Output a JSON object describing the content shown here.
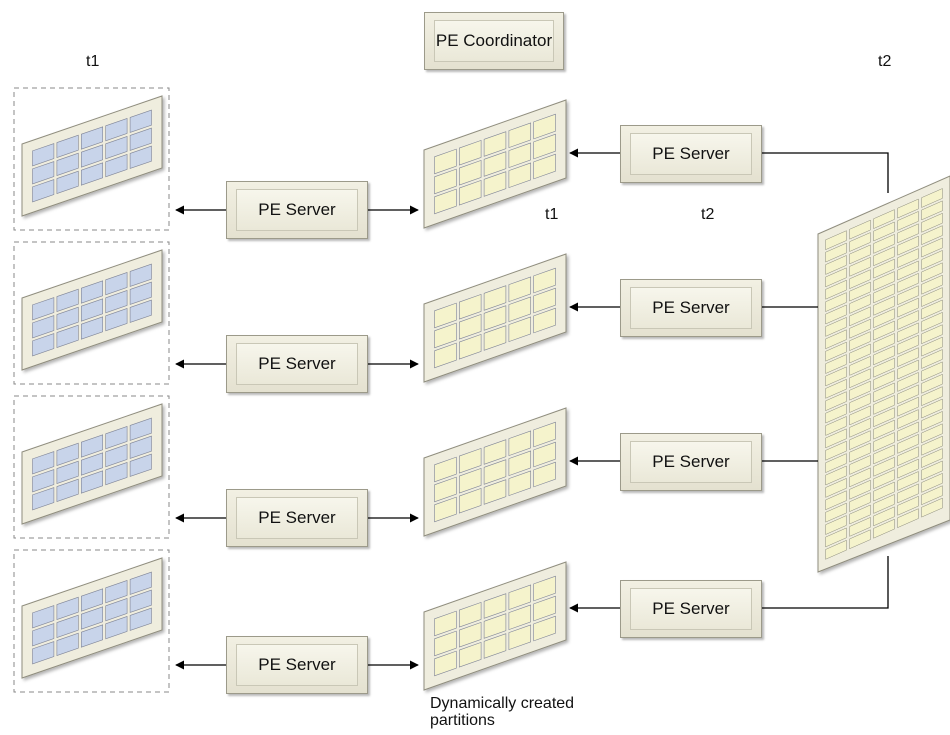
{
  "labels": {
    "coordinator": "PE Coordinator",
    "server": "PE Server",
    "t1_top": "t1",
    "t2_top": "t2",
    "t1_mid": "t1",
    "t2_mid": "t2",
    "caption": "Dynamically created\npartitions"
  },
  "colors": {
    "box_fill": "#ece9da",
    "blue_cell": "#c8d4ea",
    "yellow_cell": "#f5f3cc",
    "line": "#000000"
  }
}
